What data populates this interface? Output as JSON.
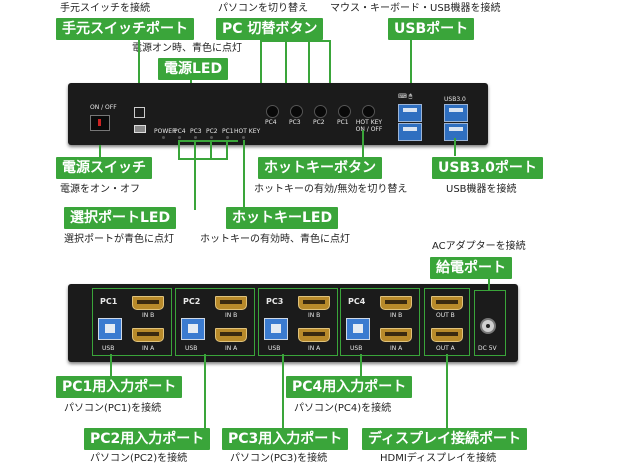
{
  "callouts": {
    "manual_switch_port": {
      "label": "手元スイッチポート",
      "desc": "手元スイッチを接続"
    },
    "pc_switch_button": {
      "label": "PC 切替ボタン",
      "desc": "パソコンを切り替え"
    },
    "usb_port": {
      "label": "USBポート",
      "desc": "マウス・キーボード・USB機器を接続"
    },
    "power_led": {
      "label": "電源LED",
      "desc": "電源オン時、青色に点灯"
    },
    "power_switch": {
      "label": "電源スイッチ",
      "desc": "電源をオン・オフ"
    },
    "hotkey_button": {
      "label": "ホットキーボタン",
      "desc": "ホットキーの有効/無効を切り替え"
    },
    "usb3_port": {
      "label": "USB3.0ポート",
      "desc": "USB機器を接続"
    },
    "select_port_led": {
      "label": "選択ポートLED",
      "desc": "選択ポートが青色に点灯"
    },
    "hotkey_led": {
      "label": "ホットキーLED",
      "desc": "ホットキーの有効時、青色に点灯"
    },
    "power_port": {
      "label": "給電ポート",
      "desc": "ACアダプターを接続"
    },
    "pc1_input": {
      "label": "PC1用入力ポート",
      "desc": "パソコン(PC1)を接続"
    },
    "pc4_input": {
      "label": "PC4用入力ポート",
      "desc": "パソコン(PC4)を接続"
    },
    "pc2_input": {
      "label": "PC2用入力ポート",
      "desc": "パソコン(PC2)を接続"
    },
    "pc3_input": {
      "label": "PC3用入力ポート",
      "desc": "パソコン(PC3)を接続"
    },
    "display_port": {
      "label": "ディスプレイ接続ポート",
      "desc": "HDMIディスプレイを接続"
    }
  },
  "front_panel": {
    "on_off": "ON / OFF",
    "power": "POWER",
    "led_labels": [
      "PC4",
      "PC3",
      "PC2",
      "PC1",
      "HOT KEY"
    ],
    "button_labels": [
      "PC4",
      "PC3",
      "PC2",
      "PC1"
    ],
    "hotkey_button_label": "HOT KEY ON / OFF",
    "usb3_label": "USB3.0"
  },
  "back_panel": {
    "groups": [
      {
        "pc": "PC1",
        "usb": "USB",
        "in_b": "IN B",
        "in_a": "IN A"
      },
      {
        "pc": "PC2",
        "usb": "USB",
        "in_b": "IN B",
        "in_a": "IN A"
      },
      {
        "pc": "PC3",
        "usb": "USB",
        "in_b": "IN B",
        "in_a": "IN A"
      },
      {
        "pc": "PC4",
        "usb": "USB",
        "in_b": "IN B",
        "in_a": "IN A"
      }
    ],
    "out_b": "OUT B",
    "out_a": "OUT A",
    "dc": "DC 5V"
  },
  "colors": {
    "accent": "#3aa53a",
    "panel": "#1b1b1b"
  }
}
